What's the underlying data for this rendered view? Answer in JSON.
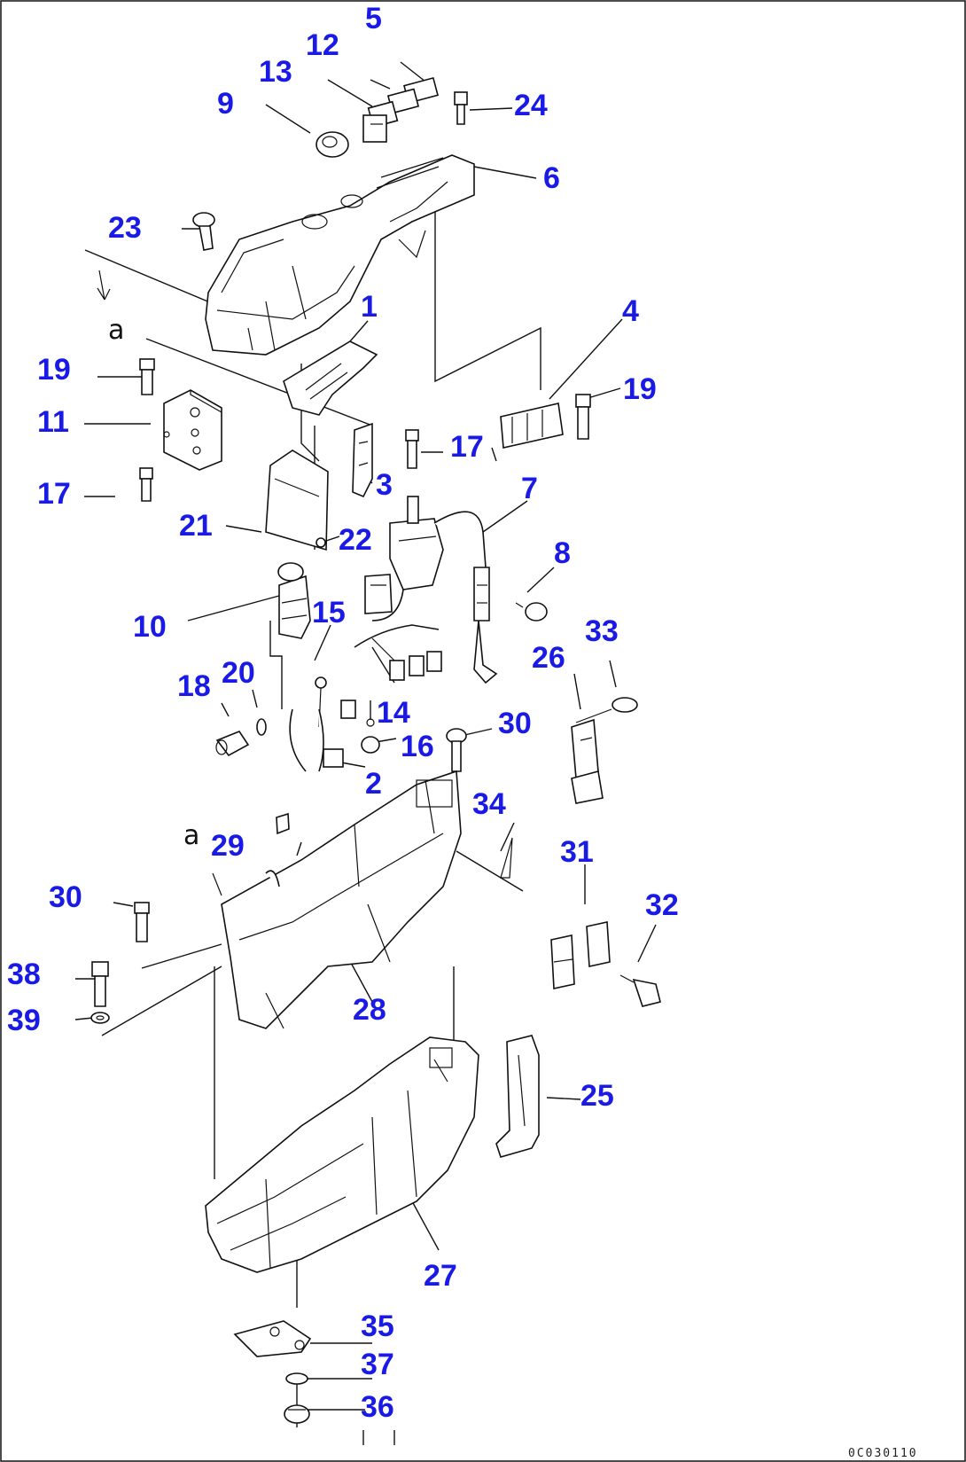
{
  "drawing_code": "0C030110",
  "view_mark": "a",
  "callouts": [
    {
      "id": "c1",
      "text": "1"
    },
    {
      "id": "c2",
      "text": "2"
    },
    {
      "id": "c3",
      "text": "3"
    },
    {
      "id": "c4",
      "text": "4"
    },
    {
      "id": "c5",
      "text": "5"
    },
    {
      "id": "c6",
      "text": "6"
    },
    {
      "id": "c7",
      "text": "7"
    },
    {
      "id": "c8",
      "text": "8"
    },
    {
      "id": "c9",
      "text": "9"
    },
    {
      "id": "c10",
      "text": "10"
    },
    {
      "id": "c11",
      "text": "11"
    },
    {
      "id": "c12",
      "text": "12"
    },
    {
      "id": "c13",
      "text": "13"
    },
    {
      "id": "c14",
      "text": "14"
    },
    {
      "id": "c15",
      "text": "15"
    },
    {
      "id": "c16",
      "text": "16"
    },
    {
      "id": "c17a",
      "text": "17"
    },
    {
      "id": "c17b",
      "text": "17"
    },
    {
      "id": "c18",
      "text": "18"
    },
    {
      "id": "c19a",
      "text": "19"
    },
    {
      "id": "c19b",
      "text": "19"
    },
    {
      "id": "c20",
      "text": "20"
    },
    {
      "id": "c21",
      "text": "21"
    },
    {
      "id": "c22",
      "text": "22"
    },
    {
      "id": "c23",
      "text": "23"
    },
    {
      "id": "c24",
      "text": "24"
    },
    {
      "id": "c25",
      "text": "25"
    },
    {
      "id": "c26",
      "text": "26"
    },
    {
      "id": "c27",
      "text": "27"
    },
    {
      "id": "c28",
      "text": "28"
    },
    {
      "id": "c29",
      "text": "29"
    },
    {
      "id": "c30a",
      "text": "30"
    },
    {
      "id": "c30b",
      "text": "30"
    },
    {
      "id": "c31",
      "text": "31"
    },
    {
      "id": "c32",
      "text": "32"
    },
    {
      "id": "c33",
      "text": "33"
    },
    {
      "id": "c34",
      "text": "34"
    },
    {
      "id": "c35",
      "text": "35"
    },
    {
      "id": "c36",
      "text": "36"
    },
    {
      "id": "c37",
      "text": "37"
    },
    {
      "id": "c38",
      "text": "38"
    },
    {
      "id": "c39",
      "text": "39"
    }
  ],
  "colors": {
    "callout": "#1a1ae6",
    "line": "#111111",
    "background": "#ffffff"
  }
}
